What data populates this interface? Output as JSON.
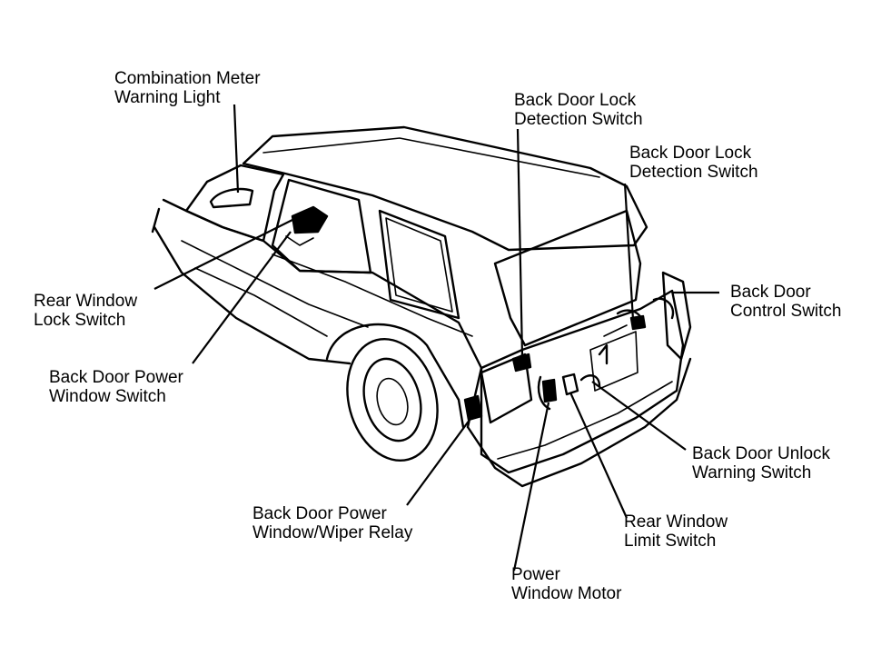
{
  "labels": {
    "combination_meter": [
      "Combination Meter",
      "Warning Light"
    ],
    "back_door_lock_1": [
      "Back Door Lock",
      "Detection Switch"
    ],
    "back_door_lock_2": [
      "Back Door Lock",
      "Detection Switch"
    ],
    "back_door_control": [
      "Back Door",
      "Control Switch"
    ],
    "rear_window_lock": [
      "Rear Window",
      "Lock Switch"
    ],
    "back_door_power_window": [
      "Back Door Power",
      "Window Switch"
    ],
    "back_door_unlock": [
      "Back Door Unlock",
      "Warning Switch"
    ],
    "relay": [
      "Back Door Power",
      "Window/Wiper Relay"
    ],
    "rear_window_limit": [
      "Rear Window",
      "Limit Switch"
    ],
    "power_window_motor": [
      "Power",
      "Window Motor"
    ]
  }
}
